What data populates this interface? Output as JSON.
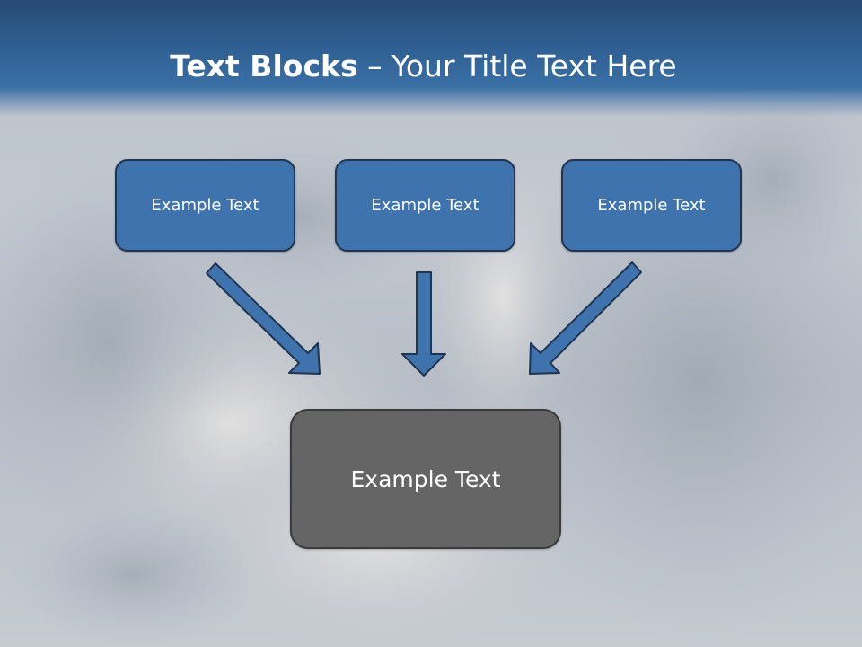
{
  "slide": {
    "title_bold": "Text Blocks",
    "title_separator": " – ",
    "title_rest": "Your Title Text Here"
  },
  "blocks": [
    {
      "label": "Example Text"
    },
    {
      "label": "Example Text"
    },
    {
      "label": "Example Text"
    }
  ],
  "center_block": {
    "label": "Example Text"
  },
  "colors": {
    "title_bar": "#2f5f92",
    "block_fill": "#3f73ad",
    "block_border": "#1f3550",
    "center_fill": "#656565",
    "arrow_fill": "#3f73ad"
  }
}
